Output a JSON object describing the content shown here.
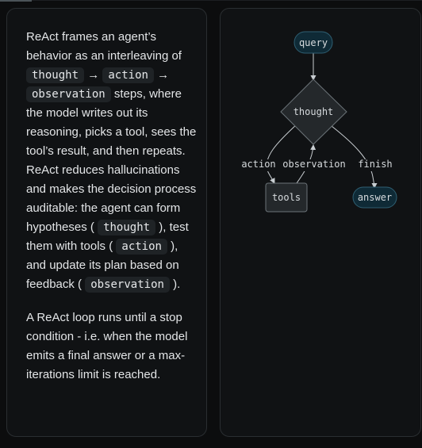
{
  "explanation": {
    "intro": "ReAct frames an agent’s behavior as an interleaving of",
    "code_thought": "thought",
    "arrow1": "→",
    "code_action": "action",
    "arrow2": "→",
    "code_observation": "observation",
    "steps_text": "steps, where the model writes out its reasoning, picks a tool, sees the tool’s result, and then repeats. ReAct reduces hallucinations and makes the decision process auditable: the agent can form hypotheses (",
    "code_thought_2": "thought",
    "test_text": "), test them with tools (",
    "code_action_2": "action",
    "update_text": "), and update its plan based on feedback (",
    "code_observation_2": "observation",
    "close_text": ").",
    "paragraph2": "A ReAct loop runs until a stop condition - i.e. when the model emits a final answer or a max-iterations limit is reached."
  },
  "diagram": {
    "nodes": {
      "query": "query",
      "thought": "thought",
      "tools": "tools",
      "answer": "answer"
    },
    "edges": {
      "action": "action",
      "observation": "observation",
      "finish": "finish"
    },
    "colors": {
      "terminal_fill": "#0f2a36",
      "terminal_stroke": "#2f5f72",
      "node_fill": "#24282b",
      "node_stroke": "#6b7378",
      "edge": "#c8cdd1",
      "label": "#d7dbde"
    }
  }
}
